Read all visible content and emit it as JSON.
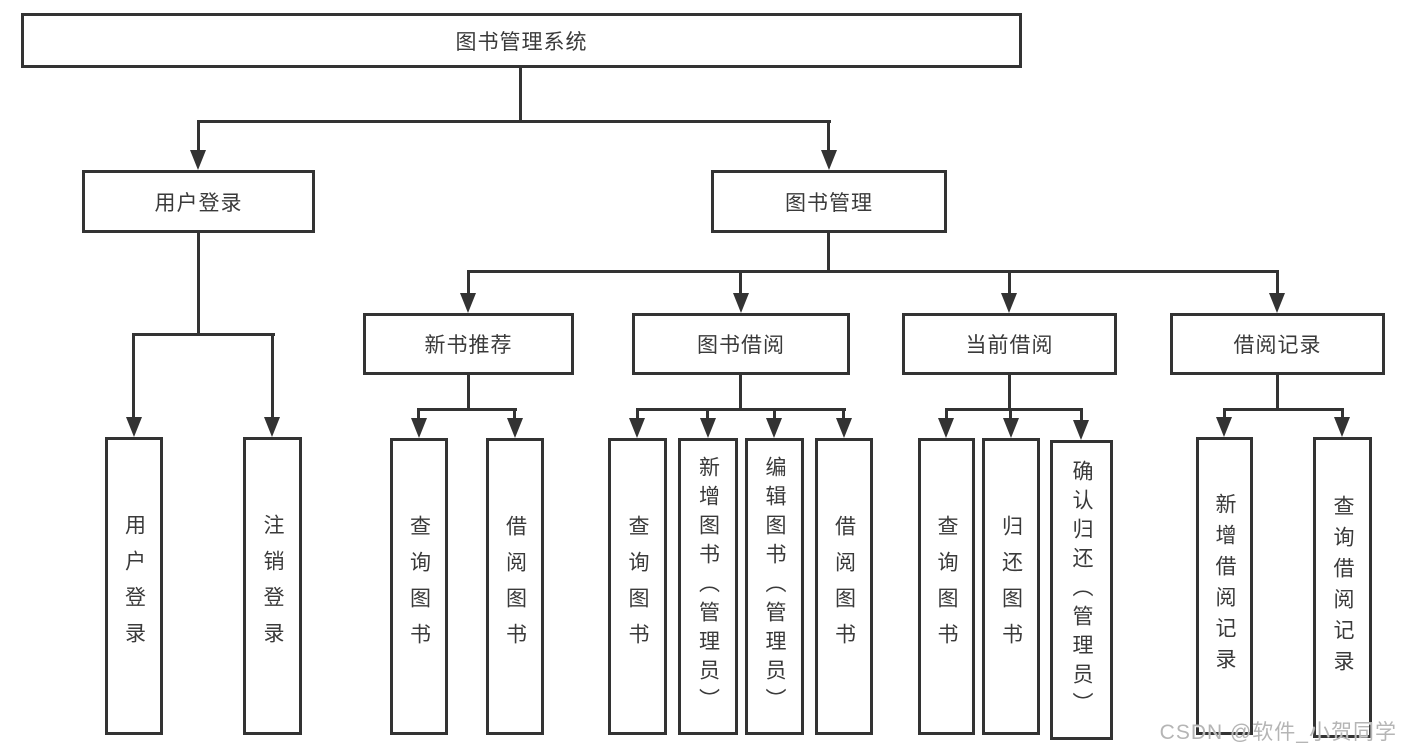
{
  "tree": {
    "label": "图书管理系统",
    "children": [
      {
        "label": "用户登录",
        "children": [
          {
            "label": "用户登录"
          },
          {
            "label": "注销登录"
          }
        ]
      },
      {
        "label": "图书管理",
        "children": [
          {
            "label": "新书推荐",
            "children": [
              {
                "label": "查询图书"
              },
              {
                "label": "借阅图书"
              }
            ]
          },
          {
            "label": "图书借阅",
            "children": [
              {
                "label": "查询图书"
              },
              {
                "label": "新增图书（管理员）"
              },
              {
                "label": "编辑图书（管理员）"
              },
              {
                "label": "借阅图书"
              }
            ]
          },
          {
            "label": "当前借阅",
            "children": [
              {
                "label": "查询图书"
              },
              {
                "label": "归还图书"
              },
              {
                "label": "确认归还（管理员）"
              }
            ]
          },
          {
            "label": "借阅记录",
            "children": [
              {
                "label": "新增借阅记录"
              },
              {
                "label": "查询借阅记录"
              }
            ]
          }
        ]
      }
    ]
  },
  "watermark": {
    "text": "CSDN @软件_小贺同学"
  },
  "colors": {
    "line": "#333333",
    "border": "#333333",
    "text": "#3a3a3a",
    "watermark": "#b5b5b5",
    "background": "#ffffff"
  }
}
